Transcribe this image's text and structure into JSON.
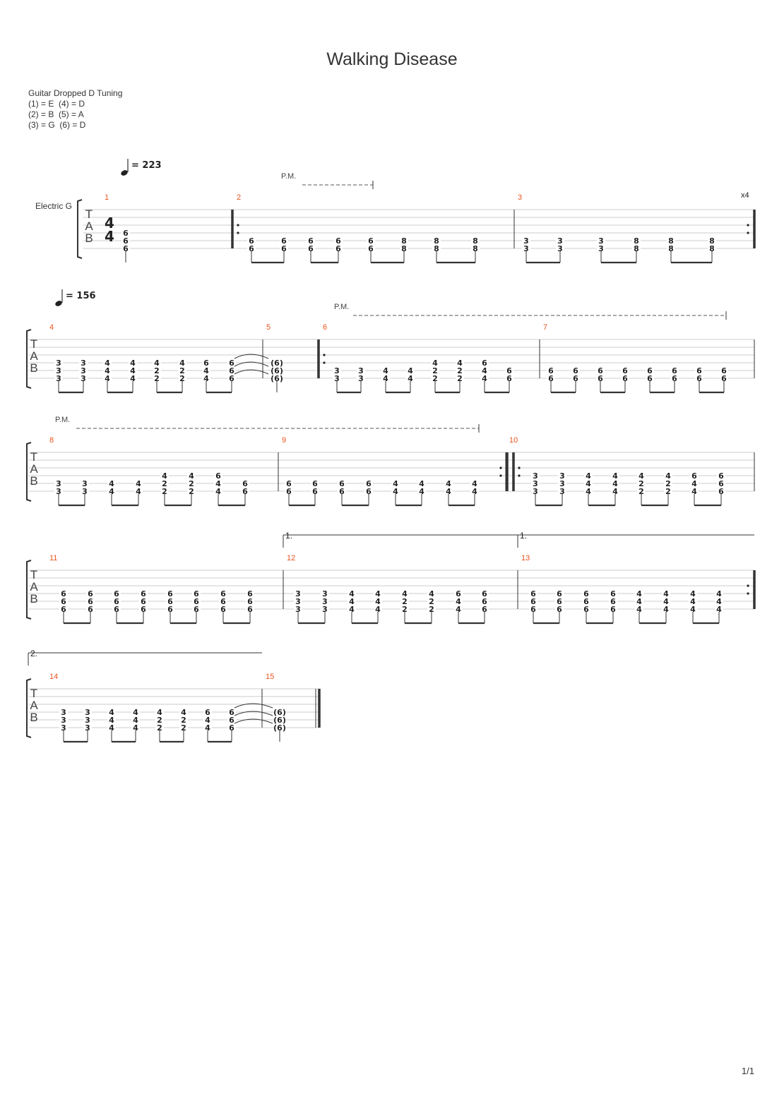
{
  "title": "Walking Disease",
  "tuning": {
    "heading": "Guitar Dropped D Tuning",
    "lines": [
      "(1) = E  (4) = D",
      "(2) = B  (5) = A",
      "(3) = G  (6) = D"
    ]
  },
  "instrument": "Electric G",
  "time_signature": "4/4",
  "page_number": "1/1",
  "tab_letters": [
    "T",
    "A",
    "B"
  ],
  "annotations": {
    "palm_mute": "P.M.",
    "repeat_count": "x4",
    "ending_1": "1.",
    "ending_2": "2."
  },
  "systems": [
    {
      "tempo": "= 223",
      "measures": [
        {
          "number": "1",
          "notes": [
            [
              "6",
              "6",
              "6"
            ]
          ]
        },
        {
          "number": "2",
          "notes": [
            [
              "6",
              "6"
            ],
            [
              "6",
              "6"
            ],
            [
              "6",
              "6"
            ],
            [
              "6",
              "6"
            ],
            [
              "6",
              "6"
            ],
            [
              "8",
              "8"
            ],
            [
              "8",
              "8"
            ],
            [
              "8",
              "8"
            ]
          ]
        },
        {
          "number": "3",
          "notes": [
            [
              "3",
              "3"
            ],
            [
              "3",
              "3"
            ],
            [
              "3",
              "3"
            ],
            [
              "8",
              "8"
            ],
            [
              "8",
              "8"
            ],
            [
              "8",
              "8"
            ]
          ]
        }
      ]
    },
    {
      "tempo": "= 156",
      "measures": [
        {
          "number": "4",
          "notes": [
            [
              "3",
              "3",
              "3"
            ],
            [
              "3",
              "3",
              "3"
            ],
            [
              "4",
              "4",
              "4"
            ],
            [
              "4",
              "4",
              "4"
            ],
            [
              "4",
              "2",
              "2"
            ],
            [
              "4",
              "2",
              "2"
            ],
            [
              "6",
              "4",
              "4"
            ],
            [
              "6",
              "6",
              "6"
            ]
          ]
        },
        {
          "number": "5",
          "notes": [
            [
              "(6)",
              "(6)",
              "(6)"
            ]
          ]
        },
        {
          "number": "6",
          "notes": [
            [
              "3",
              "3"
            ],
            [
              "3",
              "3"
            ],
            [
              "4",
              "4"
            ],
            [
              "4",
              "4"
            ],
            [
              "4",
              "2",
              "2"
            ],
            [
              "4",
              "2",
              "2"
            ],
            [
              "6",
              "4",
              "4"
            ],
            [
              "6",
              "6"
            ]
          ]
        },
        {
          "number": "7",
          "notes": [
            [
              "6",
              "6"
            ],
            [
              "6",
              "6"
            ],
            [
              "6",
              "6"
            ],
            [
              "6",
              "6"
            ],
            [
              "6",
              "6"
            ],
            [
              "6",
              "6"
            ],
            [
              "6",
              "6"
            ],
            [
              "6",
              "6"
            ]
          ]
        }
      ]
    },
    {
      "measures": [
        {
          "number": "8",
          "notes": [
            [
              "3",
              "3"
            ],
            [
              "3",
              "3"
            ],
            [
              "4",
              "4"
            ],
            [
              "4",
              "4"
            ],
            [
              "4",
              "2",
              "2"
            ],
            [
              "4",
              "2",
              "2"
            ],
            [
              "6",
              "4",
              "4"
            ],
            [
              "6",
              "6"
            ]
          ]
        },
        {
          "number": "9",
          "notes": [
            [
              "6",
              "6"
            ],
            [
              "6",
              "6"
            ],
            [
              "6",
              "6"
            ],
            [
              "6",
              "6"
            ],
            [
              "4",
              "4"
            ],
            [
              "4",
              "4"
            ],
            [
              "4",
              "4"
            ],
            [
              "4",
              "4"
            ]
          ]
        },
        {
          "number": "10",
          "notes": [
            [
              "3",
              "3",
              "3"
            ],
            [
              "3",
              "3",
              "3"
            ],
            [
              "4",
              "4",
              "4"
            ],
            [
              "4",
              "4",
              "4"
            ],
            [
              "4",
              "2",
              "2"
            ],
            [
              "4",
              "2",
              "2"
            ],
            [
              "6",
              "4",
              "4"
            ],
            [
              "6",
              "6",
              "6"
            ]
          ]
        }
      ]
    },
    {
      "measures": [
        {
          "number": "11",
          "notes": [
            [
              "6",
              "6",
              "6"
            ],
            [
              "6",
              "6",
              "6"
            ],
            [
              "6",
              "6",
              "6"
            ],
            [
              "6",
              "6",
              "6"
            ],
            [
              "6",
              "6",
              "6"
            ],
            [
              "6",
              "6",
              "6"
            ],
            [
              "6",
              "6",
              "6"
            ],
            [
              "6",
              "6",
              "6"
            ]
          ]
        },
        {
          "number": "12",
          "notes": [
            [
              "3",
              "3",
              "3"
            ],
            [
              "3",
              "3",
              "3"
            ],
            [
              "4",
              "4",
              "4"
            ],
            [
              "4",
              "4",
              "4"
            ],
            [
              "4",
              "2",
              "2"
            ],
            [
              "4",
              "2",
              "2"
            ],
            [
              "6",
              "4",
              "4"
            ],
            [
              "6",
              "6",
              "6"
            ]
          ]
        },
        {
          "number": "13",
          "notes": [
            [
              "6",
              "6",
              "6"
            ],
            [
              "6",
              "6",
              "6"
            ],
            [
              "6",
              "6",
              "6"
            ],
            [
              "6",
              "6",
              "6"
            ],
            [
              "4",
              "4",
              "4"
            ],
            [
              "4",
              "4",
              "4"
            ],
            [
              "4",
              "4",
              "4"
            ],
            [
              "4",
              "4",
              "4"
            ]
          ]
        }
      ]
    },
    {
      "measures": [
        {
          "number": "14",
          "notes": [
            [
              "3",
              "3",
              "3"
            ],
            [
              "3",
              "3",
              "3"
            ],
            [
              "4",
              "4",
              "4"
            ],
            [
              "4",
              "4",
              "4"
            ],
            [
              "4",
              "2",
              "2"
            ],
            [
              "4",
              "2",
              "2"
            ],
            [
              "6",
              "4",
              "4"
            ],
            [
              "6",
              "6",
              "6"
            ]
          ]
        },
        {
          "number": "15",
          "notes": [
            [
              "(6)",
              "(6)",
              "(6)"
            ]
          ]
        }
      ]
    }
  ]
}
